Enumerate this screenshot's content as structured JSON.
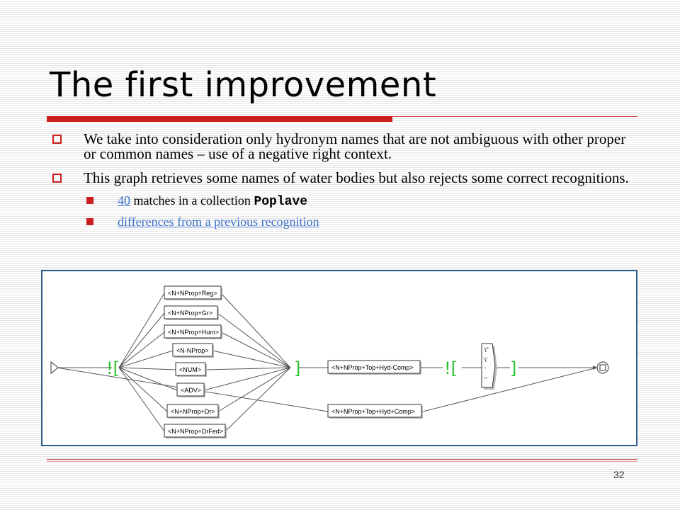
{
  "slide": {
    "title": "The first improvement",
    "bullet1": "We take into consideration only hydronym names that are not ambiguous with other proper or common names – use of a negative right context.",
    "bullet2": "This graph retrieves some names of water bodies but also rejects some correct recognitions.",
    "sub1_link": "40",
    "sub1_text": " matches in a collection ",
    "sub1_code": "Poplave",
    "sub2_link": "differences from a previous recognition",
    "page_number": "32"
  },
  "graph": {
    "nodes": [
      "<N+NProp+Reg>",
      "<N+NProp+Gr>",
      "<N+NProp+Hum>",
      "<N-NProp>",
      "<NUM>",
      "<ADV>",
      "<N+NProp+Dr>",
      "<N+NProp+DrFed>",
      "<N+NProp+Top+Hyd-Comp>",
      "<N+NProp+Top+Hyd+Comp>"
    ],
    "symbols": {
      "open": "![",
      "close": "]"
    },
    "punct": [
      "\\\"",
      "\\'",
      "'",
      "\""
    ],
    "colors": {
      "symbol": "#2ec02e",
      "accent": "#cc1e1e"
    }
  }
}
